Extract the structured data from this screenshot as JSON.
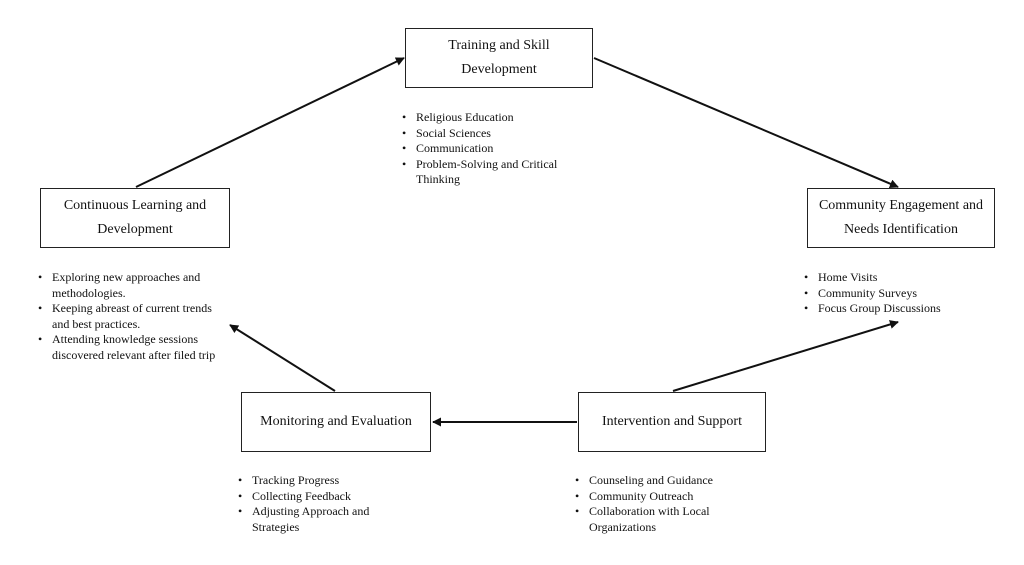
{
  "nodes": {
    "training": {
      "title_lines": [
        "Training  and Skill",
        "Development"
      ],
      "bullets": [
        "Religious Education",
        "Social Sciences",
        "Communication",
        "Problem-Solving and Critical Thinking"
      ]
    },
    "community": {
      "title_lines": [
        "Community Engagement and",
        "Needs Identification"
      ],
      "bullets": [
        "Home Visits",
        "Community Surveys",
        "Focus Group Discussions"
      ]
    },
    "intervention": {
      "title_lines": [
        "Intervention and Support"
      ],
      "bullets": [
        "Counseling and Guidance",
        "Community Outreach",
        "Collaboration with Local Organizations"
      ]
    },
    "monitoring": {
      "title_lines": [
        "Monitoring and Evaluation"
      ],
      "bullets": [
        "Tracking Progress",
        "Collecting Feedback",
        "Adjusting Approach and Strategies"
      ]
    },
    "continuous": {
      "title_lines": [
        "Continuous Learning and",
        "Development"
      ],
      "bullets": [
        "Exploring new approaches and methodologies.",
        "Keeping abreast of current trends and best practices.",
        "Attending knowledge sessions discovered relevant after filed trip"
      ]
    }
  },
  "edges": [
    {
      "from": "continuous",
      "to": "training"
    },
    {
      "from": "training",
      "to": "community"
    },
    {
      "from": "intervention",
      "to": "community"
    },
    {
      "from": "intervention",
      "to": "monitoring"
    },
    {
      "from": "monitoring",
      "to": "continuous"
    }
  ],
  "colors": {
    "stroke": "#111111",
    "box_border": "#222222",
    "text": "#111111",
    "background": "#ffffff"
  }
}
